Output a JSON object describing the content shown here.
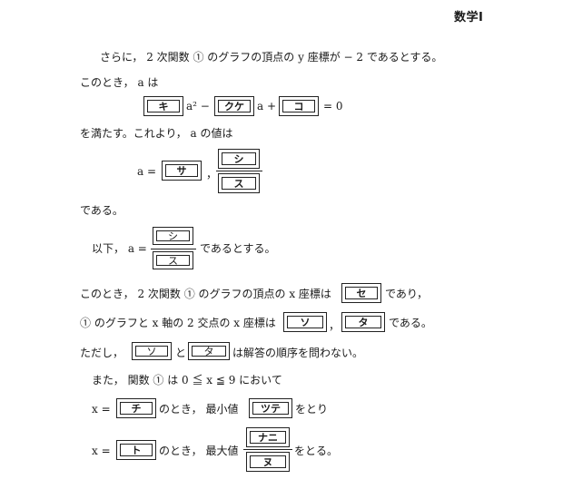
{
  "header": "数学Ⅰ",
  "line1": "さらに， 2 次関数 ① のグラフの頂点の y 座標が − 2 であるとする。",
  "line2": "このとき， a は",
  "eq1": {
    "box_ki": "キ",
    "term_a2": "a² −",
    "box_kuke": "クケ",
    "term_a": "a +",
    "box_ko": "コ",
    "rhs": "= 0"
  },
  "line3": "を満たす。これより， a の値は",
  "eq2": {
    "lhs": "a =",
    "box_sa": "サ",
    "comma": "，",
    "num": "シ",
    "den": "ス"
  },
  "line4": "である。",
  "line5": {
    "prefix": "以下， a =",
    "num": "シ",
    "den": "ス",
    "suffix": "であるとする。"
  },
  "line6": {
    "prefix": "このとき， 2 次関数 ① のグラフの頂点の x 座標は",
    "box": "セ",
    "suffix": "であり，"
  },
  "line7": {
    "prefix": "① のグラフと x 軸の 2 交点の x 座標は",
    "box1": "ソ",
    "comma": "，",
    "box2": "タ",
    "suffix": "である。"
  },
  "line8": {
    "prefix": "ただし，",
    "box1": "ソ",
    "mid": "と",
    "box2": "タ",
    "suffix": "は解答の順序を問わない。"
  },
  "line9": "また， 関数 ① は 0 ≦ x ≦ 9 において",
  "line10": {
    "prefix": "x =",
    "box": "チ",
    "mid": "のとき， 最小値",
    "box2": "ツテ",
    "suffix": "をとり"
  },
  "line11": {
    "prefix": "x =",
    "box": "ト",
    "mid": "のとき， 最大値",
    "num": "ナニ",
    "den": "ヌ",
    "suffix": "をとる。"
  }
}
